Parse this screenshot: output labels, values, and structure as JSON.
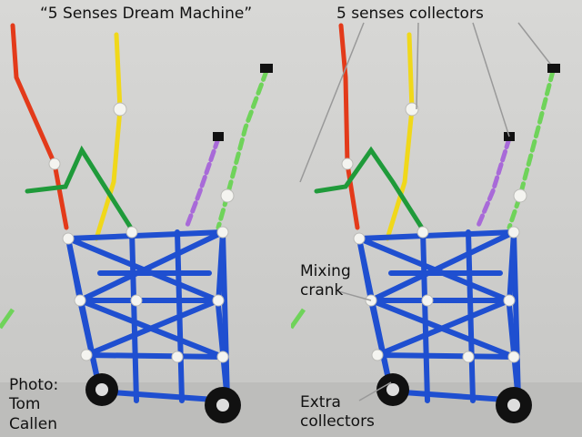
{
  "captions": {
    "title": "“5 Senses Dream Machine”",
    "senses_collectors": "5 senses collectors",
    "mixing_crank_line1": "Mixing",
    "mixing_crank_line2": "crank",
    "extra_collectors_line1": "Extra",
    "extra_collectors_line2": "collectors",
    "photo_line1": "Photo:",
    "photo_line2": "Tom",
    "photo_line3": "Callen"
  },
  "colors": {
    "background": "#cfcfcd",
    "frame_blue": "#1f4fd0",
    "straw_red": "#e33a1a",
    "straw_yellow": "#f0d81a",
    "straw_green": "#6fd35a",
    "straw_purple": "#a86ad8",
    "connector_white": "#f4f4f0",
    "wheel_black": "#111111"
  }
}
